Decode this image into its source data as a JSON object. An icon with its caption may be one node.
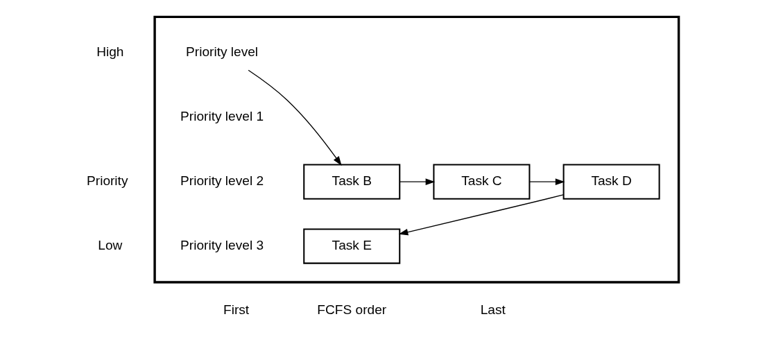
{
  "diagram": {
    "nodes": [
      {
        "text": [],
        "shape": "box"
      },
      {
        "text": [
          "Priority level"
        ],
        "in": 0
      },
      {
        "text": [
          "Priority level 1"
        ],
        "in": 0
      },
      {
        "text": [
          "Priority level 2"
        ],
        "in": 0
      },
      {
        "text": [
          "Task B"
        ],
        "in": 0
      },
      {
        "text": [
          "Task C"
        ],
        "in": 0
      },
      {
        "text": [
          "Task D"
        ],
        "in": 0
      },
      {
        "text": [
          "Priority level 3"
        ],
        "in": 0
      },
      {
        "text": [
          "Task E"
        ],
        "in": 0
      }
    ],
    "edges": [
      {
        "from": 1,
        "to": 4,
        "arrow": "to"
      },
      {
        "from": 4,
        "to": 5,
        "arrow": "to"
      },
      {
        "from": 5,
        "to": 6,
        "arrow": "to"
      },
      {
        "from": 6,
        "to": 8,
        "arrow": "to"
      }
    ],
    "labels": [
      "High",
      "Priority",
      "Low",
      "First",
      "FCFS order",
      "Last"
    ]
  }
}
